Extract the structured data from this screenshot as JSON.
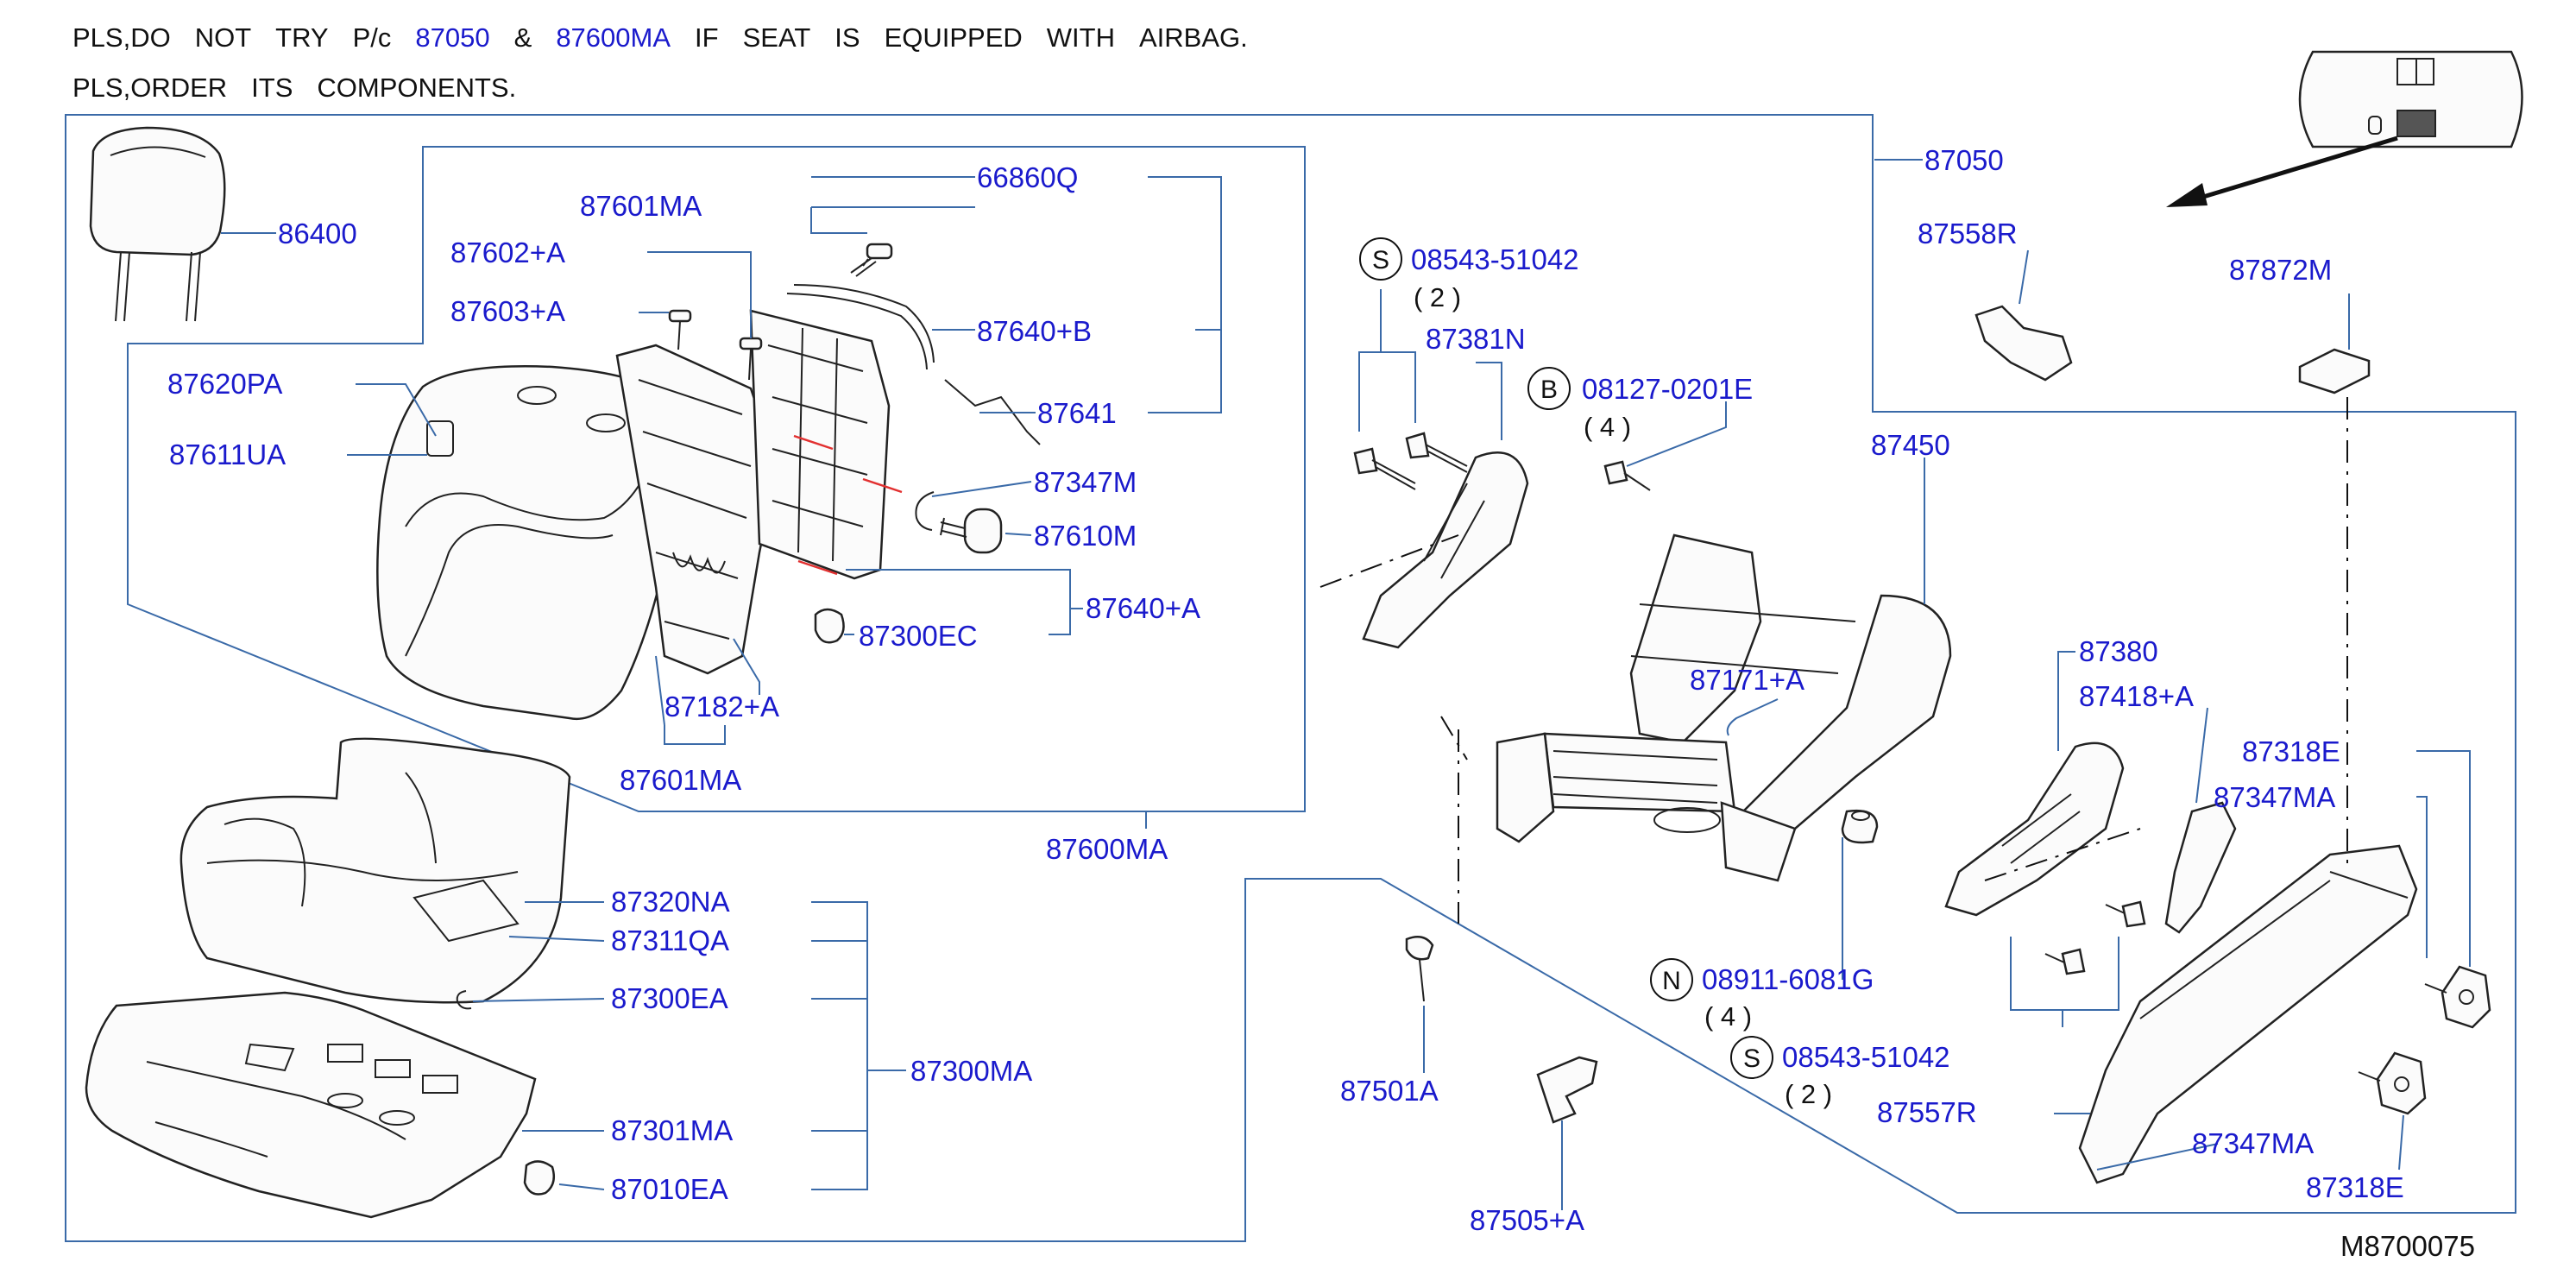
{
  "notice": {
    "line1_parts": [
      {
        "t": "PLS,DO",
        "c": "black"
      },
      {
        "t": "NOT",
        "c": "black"
      },
      {
        "t": "TRY",
        "c": "black"
      },
      {
        "t": "P/c",
        "c": "black"
      },
      {
        "t": "87050",
        "c": "blue"
      },
      {
        "t": "&",
        "c": "black"
      },
      {
        "t": "87600MA",
        "c": "blue"
      },
      {
        "t": "IF",
        "c": "black"
      },
      {
        "t": "SEAT",
        "c": "black"
      },
      {
        "t": "IS",
        "c": "black"
      },
      {
        "t": "EQUIPPED",
        "c": "black"
      },
      {
        "t": "WITH",
        "c": "black"
      },
      {
        "t": "AIRBAG.",
        "c": "black"
      }
    ],
    "line2_parts": [
      {
        "t": "PLS,ORDER",
        "c": "black"
      },
      {
        "t": "ITS",
        "c": "black"
      },
      {
        "t": "COMPONENTS.",
        "c": "black"
      }
    ]
  },
  "labels": {
    "p86400": "86400",
    "p87601MA_top": "87601MA",
    "p66860Q": "66860Q",
    "p87602A": "87602+A",
    "p87603A": "87603+A",
    "p87640B": "87640+B",
    "p87641": "87641",
    "p87620PA": "87620PA",
    "p87611UA": "87611UA",
    "p87347M": "87347M",
    "p87610M": "87610M",
    "p87640A": "87640+A",
    "p87300EC": "87300EC",
    "p87182A": "87182+A",
    "p87601MA_bot": "87601MA",
    "p87600MA": "87600MA",
    "p87320NA": "87320NA",
    "p87311QA": "87311QA",
    "p87300EA": "87300EA",
    "p87300MA": "87300MA",
    "p87301MA": "87301MA",
    "p87010EA": "87010EA",
    "p08543_top": "08543-51042",
    "p87381N": "87381N",
    "p08127": "08127-0201E",
    "p87050": "87050",
    "p87558R": "87558R",
    "p87872M": "87872M",
    "p87450": "87450",
    "p87171A": "87171+A",
    "p87380": "87380",
    "p87418A": "87418+A",
    "p87318E_top": "87318E",
    "p87347MA_top": "87347MA",
    "p08911": "08911-6081G",
    "p08543_bot": "08543-51042",
    "p87557R": "87557R",
    "p87501A": "87501A",
    "p87505A": "87505+A",
    "p87347MA_bot": "87347MA",
    "p87318E_bot": "87318E"
  },
  "callouts": {
    "s_top_letter": "S",
    "s_top_qty": "( 2 )",
    "b_letter": "B",
    "b_qty": "( 4 )",
    "n_letter": "N",
    "n_qty": "( 4 )",
    "s_bot_letter": "S",
    "s_bot_qty": "( 2 )"
  },
  "drawing_ref": "M8700075",
  "colors": {
    "label": "#1a1acc",
    "frame": "#3a6aa8",
    "ink": "#222222",
    "clip": "#e23030"
  }
}
